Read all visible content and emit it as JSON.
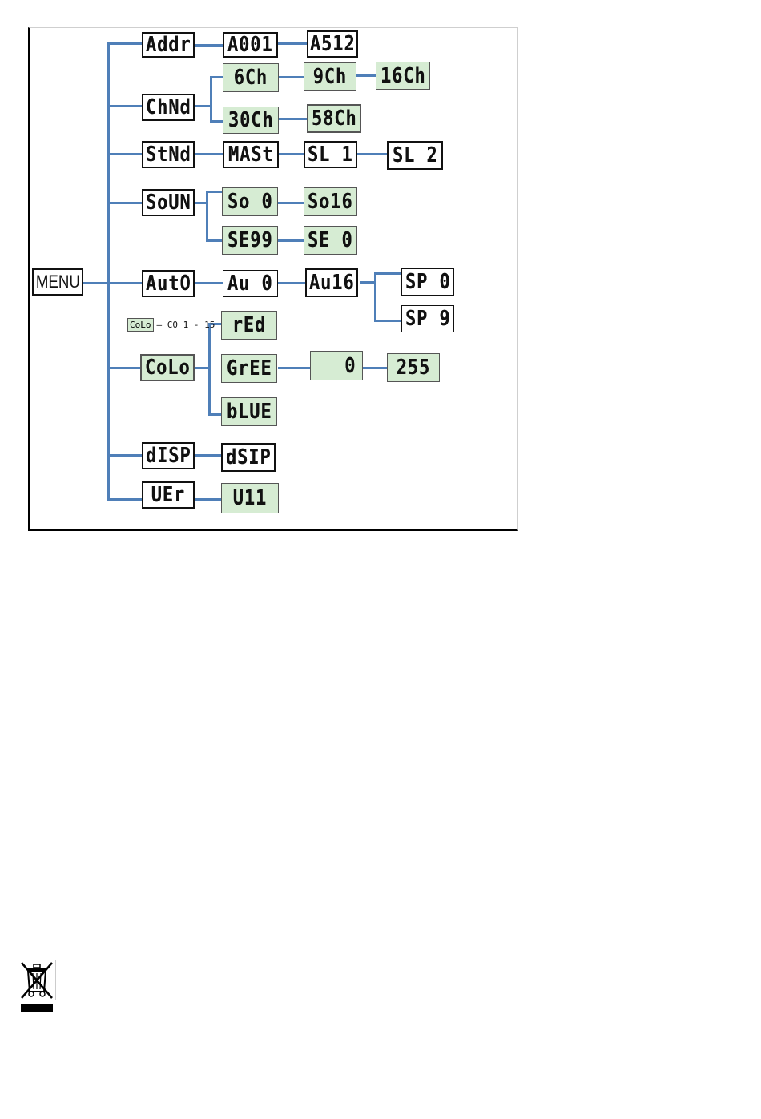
{
  "menu": {
    "label": "MENU"
  },
  "nodes": {
    "addr": "Addr",
    "a001": "A001",
    "a512": "A512",
    "chnd": "ChNd",
    "ch6": "6Ch",
    "ch9": "9Ch",
    "ch16": "16Ch",
    "ch30": "30Ch",
    "ch58": "58Ch",
    "stnd": "StNd",
    "mast": "MASt",
    "sl1": "SL 1",
    "sl2": "SL 2",
    "soun": "SoUN",
    "so0": "So 0",
    "so16": "So16",
    "se99": "SE99",
    "se0": "SE 0",
    "auto": "AutO",
    "au0": "Au 0",
    "au16": "Au16",
    "sp0": "SP 0",
    "sp9": "SP 9",
    "colo": "CoLo",
    "red": "rEd",
    "gree": "GrEE",
    "val0": "0",
    "val255": "255",
    "blue": "bLUE",
    "disp": "dISP",
    "dsip": "dSIP",
    "ver": "UEr",
    "v11": "U11"
  },
  "note": {
    "box": "CoLo",
    "text": "— C0 1 - 15"
  },
  "colors": {
    "connector": "#4f7fb8",
    "highlight": "#d6ecd3"
  },
  "icons": {
    "weee": "crossed-out-wheelie-bin-icon"
  }
}
